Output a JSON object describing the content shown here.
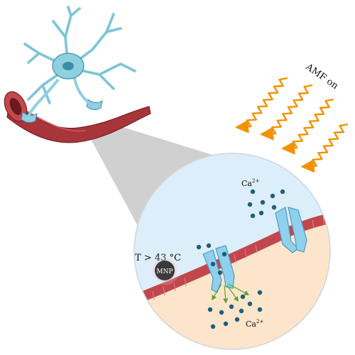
{
  "labels": {
    "amf": "AMF on",
    "temperature": "T > 43 °C",
    "mnp": "MNP",
    "ion_base": "Ca",
    "ion_charge": "2+"
  },
  "icons": [
    "neuron-icon",
    "blood-vessel-icon",
    "magnetic-nanoparticle-icon",
    "ion-channel-icon",
    "field-wave-icon"
  ],
  "colors": {
    "neuron": "#8fd0e0",
    "vessel": "#a8353a",
    "membrane": "#c2474d",
    "extracellular": "#dceefa",
    "intracellular": "#fde5cc",
    "channel": "#8fd0ec",
    "ion": "#1c5f7a",
    "wave": "#f39200",
    "mnp_core": "#3a3a3a",
    "mnp_glow": "#e77b83",
    "flux_arrows": "#5aa329"
  }
}
